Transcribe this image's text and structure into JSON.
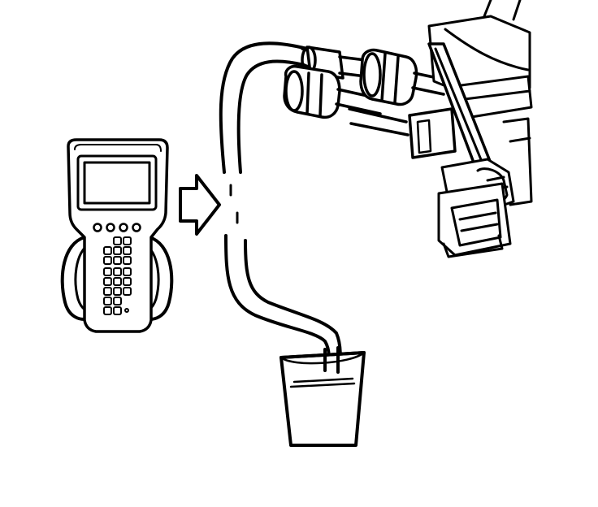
{
  "illustration": {
    "components": [
      {
        "name": "scan-tool",
        "icon": "handheld-scan-tool-icon"
      },
      {
        "name": "direction-arrow",
        "icon": "right-arrow-icon"
      },
      {
        "name": "drain-hose",
        "icon": "hose-icon"
      },
      {
        "name": "fuel-rail-connection",
        "icon": "fitting-icon"
      },
      {
        "name": "container",
        "icon": "container-icon"
      }
    ],
    "colors": {
      "stroke": "#000000",
      "fill": "#ffffff"
    }
  }
}
